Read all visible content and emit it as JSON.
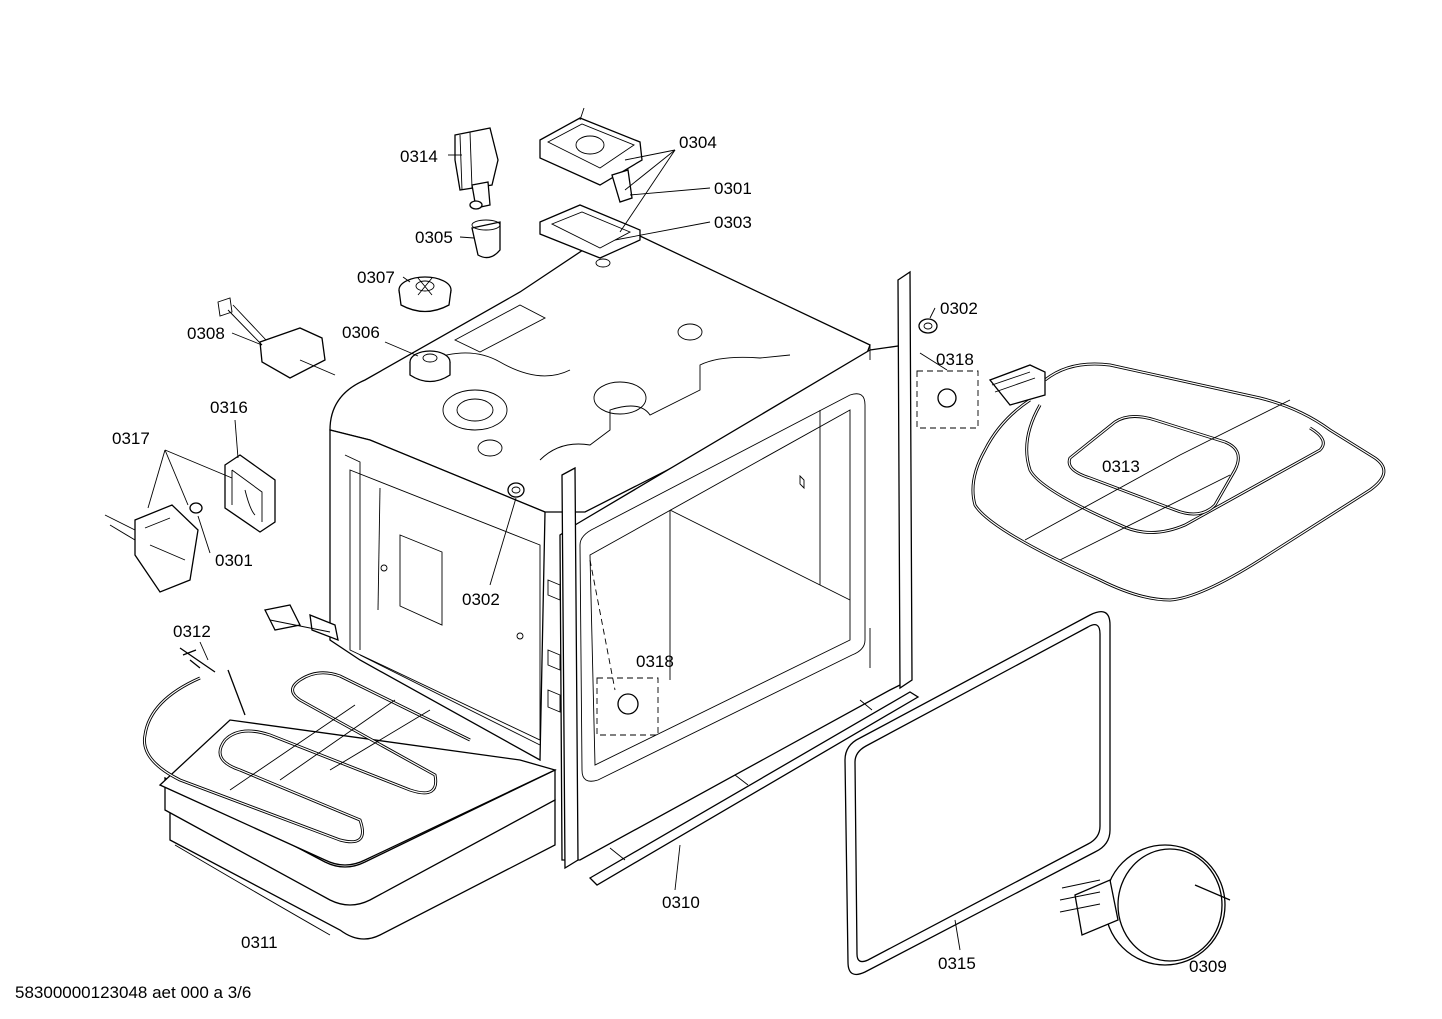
{
  "footer": {
    "document_code": "58300000123048 aet 000 a 3/6"
  },
  "labels": {
    "p0314": "0314",
    "p0304": "0304",
    "p0301_top": "0301",
    "p0303": "0303",
    "p0305": "0305",
    "p0307": "0307",
    "p0302_top": "0302",
    "p0308": "0308",
    "p0306": "0306",
    "p0318_top": "0318",
    "p0316": "0316",
    "p0317": "0317",
    "p0313": "0313",
    "p0301_left": "0301",
    "p0302_mid": "0302",
    "p0312": "0312",
    "p0318_mid": "0318",
    "p0310": "0310",
    "p0311": "0311",
    "p0315": "0315",
    "p0309": "0309"
  }
}
